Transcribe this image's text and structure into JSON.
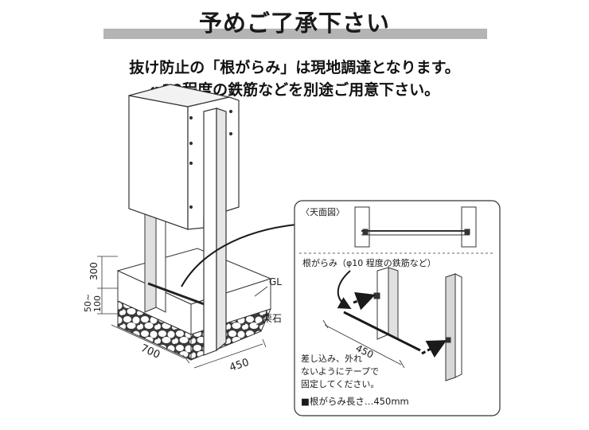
{
  "header": {
    "title": "予めご了承下さい",
    "notice_line1": "抜け防止の「根がらみ」は現地調達となります。",
    "notice_line2": "φ10程度の鉄筋などを別途ご用意下さい。"
  },
  "main_diagram": {
    "dim_300": "300",
    "dim_50_100": "50~\n100",
    "dim_700": "700",
    "dim_450": "450",
    "label_gl": "GL",
    "label_gravel": "栗石"
  },
  "detail_panel": {
    "top_view_label": "〈天面図〉",
    "rebar_label": "根がらみ（φ10 程度の鉄筋など）",
    "dim_450": "450",
    "instruction_line1": "差し込み、外れ",
    "instruction_line2": "ないようにテープで",
    "instruction_line3": "固定してください。",
    "length_note": "■根がらみ長さ…450mm"
  }
}
